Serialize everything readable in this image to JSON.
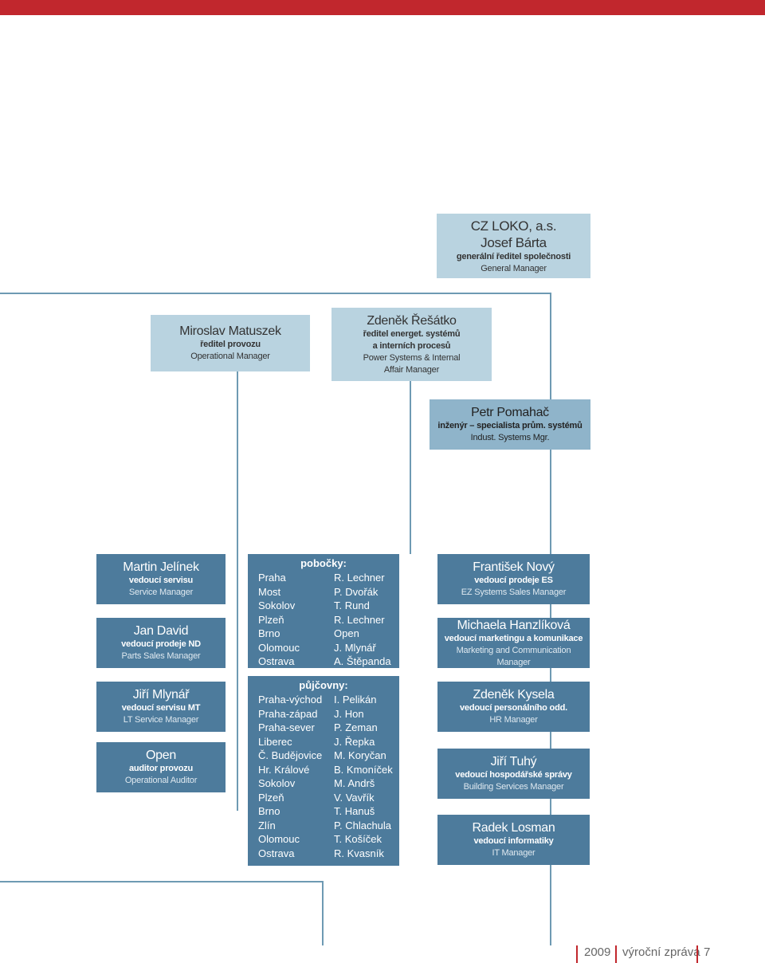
{
  "header": {
    "brand_color": "#c1272d"
  },
  "org": {
    "top": {
      "lines": [
        "CZ LOKO, a.s.",
        "Josef Bárta",
        "generální ředitel společnosti",
        "General Manager"
      ]
    },
    "operations": {
      "name": "Miroslav Matuszek",
      "title": "ředitel provozu",
      "title_en": "Operational Manager"
    },
    "energy": {
      "name": "Zdeněk Řešátko",
      "title1": "ředitel energet. systémů",
      "title2": "a interních procesů",
      "en1": "Power Systems & Internal",
      "en2": "Affair Manager"
    },
    "industrial": {
      "name": "Petr Pomahač",
      "title": "inženýr – specialista prům. systémů",
      "title_en": "Indust. Systems Mgr."
    },
    "left_column": [
      {
        "name": "Martin Jelínek",
        "title": "vedoucí servisu",
        "title_en": "Service Manager"
      },
      {
        "name": "Jan David",
        "title": "vedoucí prodeje ND",
        "title_en": "Parts Sales Manager"
      },
      {
        "name": "Jiří Mlynář",
        "title": "vedoucí servisu MT",
        "title_en": "LT Service Manager"
      },
      {
        "name": "Open",
        "title": "auditor provozu",
        "title_en": "Operational Auditor"
      }
    ],
    "branches": {
      "heading": "pobočky:",
      "rows": [
        [
          "Praha",
          "R. Lechner"
        ],
        [
          "Most",
          "P. Dvořák"
        ],
        [
          "Sokolov",
          "T. Rund"
        ],
        [
          "Plzeň",
          "R. Lechner"
        ],
        [
          "Brno",
          "Open"
        ],
        [
          "Olomouc",
          "J. Mlynář"
        ],
        [
          "Ostrava",
          "A. Štěpanda"
        ]
      ]
    },
    "rentals": {
      "heading": "půjčovny:",
      "rows": [
        [
          "Praha-východ",
          "I. Pelikán"
        ],
        [
          "Praha-západ",
          "J. Hon"
        ],
        [
          "Praha-sever",
          "P. Zeman"
        ],
        [
          "Liberec",
          "J. Řepka"
        ],
        [
          "Č. Budějovice",
          "M. Koryčan"
        ],
        [
          "Hr. Králové",
          "B. Kmoníček"
        ],
        [
          "Sokolov",
          "M. Andrš"
        ],
        [
          "Plzeň",
          "V. Vavřík"
        ],
        [
          "Brno",
          "T. Hanuš"
        ],
        [
          "Zlín",
          "P. Chlachula"
        ],
        [
          "Olomouc",
          "T. Košíček"
        ],
        [
          "Ostrava",
          "R. Kvasník"
        ]
      ]
    },
    "right_column": [
      {
        "name": "František Nový",
        "title": "vedoucí prodeje ES",
        "title_en": "EZ Systems Sales Manager"
      },
      {
        "name": "Michaela Hanzlíková",
        "title": "vedoucí marketingu a komunikace",
        "title_en": "Marketing and Communication Manager"
      },
      {
        "name": "Zdeněk Kysela",
        "title": "vedoucí personálního odd.",
        "title_en": "HR Manager"
      },
      {
        "name": "Jiří Tuhý",
        "title": "vedoucí hospodářské správy",
        "title_en": "Building Services Manager"
      },
      {
        "name": "Radek Losman",
        "title": "vedoucí informatiky",
        "title_en": "IT Manager"
      }
    ]
  },
  "footer": {
    "year": "2009",
    "report": "výroční zpráva",
    "page": "7"
  }
}
